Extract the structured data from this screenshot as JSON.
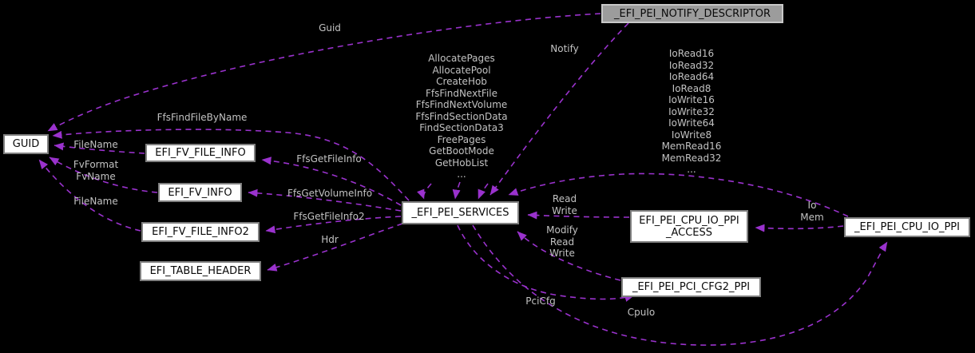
{
  "diagram": {
    "type": "doxygen-collaboration-graph",
    "colors": {
      "background": "#000000",
      "edge": "#9a32cd",
      "edge_label": "#c2c2c2",
      "node_fill": "#ffffff",
      "node_border": "#7f7f7f",
      "highlight_node_fill": "#9c9c9c",
      "highlight_node_border": "#c8c8c8",
      "node_text": "#0a0a0a"
    },
    "nodes": {
      "guid": {
        "label": "GUID"
      },
      "fv_file_info": {
        "label": "EFI_FV_FILE_INFO"
      },
      "fv_info": {
        "label": "EFI_FV_INFO"
      },
      "fv_file_info2": {
        "label": "EFI_FV_FILE_INFO2"
      },
      "table_header": {
        "label": "EFI_TABLE_HEADER"
      },
      "services": {
        "label": "_EFI_PEI_SERVICES"
      },
      "notify_descriptor": {
        "label": "_EFI_PEI_NOTIFY_DESCRIPTOR"
      },
      "cpu_io_ppi_access": {
        "label": [
          "EFI_PEI_CPU_IO_PPI",
          "_ACCESS"
        ]
      },
      "pci_cfg2_ppi": {
        "label": "_EFI_PEI_PCI_CFG2_PPI"
      },
      "cpu_io_ppi": {
        "label": "_EFI_PEI_CPU_IO_PPI"
      }
    },
    "edge_labels": {
      "guid_ref": "Guid",
      "notify": "Notify",
      "ffs_find_file_by_name": "FfsFindFileByName",
      "file_name_top": "FileName",
      "fv_format_name": [
        "FvFormat",
        "FvName"
      ],
      "file_name_bottom": "FileName",
      "ffs_get_file_info": "FfsGetFileInfo",
      "ffs_get_volume_info": "FfsGetVolumeInfo",
      "ffs_get_file_info2": "FfsGetFileInfo2",
      "hdr": "Hdr",
      "services_self": [
        "AllocatePages",
        "AllocatePool",
        "CreateHob",
        "FfsFindNextFile",
        "FfsFindNextVolume",
        "FfsFindSectionData",
        "FindSectionData3",
        "FreePages",
        "GetBootMode",
        "GetHobList",
        "..."
      ],
      "cpu_io_funcs": [
        "IoRead16",
        "IoRead32",
        "IoRead64",
        "IoRead8",
        "IoWrite16",
        "IoWrite32",
        "IoWrite64",
        "IoWrite8",
        "MemRead16",
        "MemRead32",
        "..."
      ],
      "read_write": [
        "Read",
        "Write"
      ],
      "modify_read_write": [
        "Modify",
        "Read",
        "Write"
      ],
      "io_mem": [
        "Io",
        "Mem"
      ],
      "pci_cfg": "PciCfg",
      "cpu_io": "CpuIo"
    }
  }
}
